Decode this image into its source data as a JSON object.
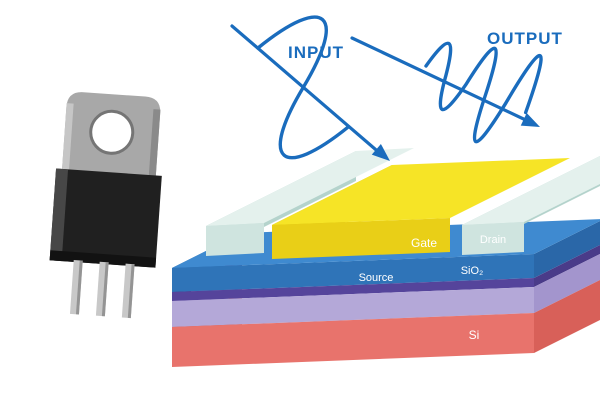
{
  "diagram": {
    "labels": {
      "input": "INPUT",
      "output": "OUTPUT",
      "source": "Source",
      "gate": "Gate",
      "oxide": "SiO₂",
      "substrate": "Si",
      "drain": "Drain"
    },
    "colors": {
      "signal_blue": "#1a6cbd",
      "gate_yellow_top": "#f6e426",
      "gate_yellow_front": "#e9cf17",
      "gate_yellow_side": "#cdb30d",
      "oxide_blue_top": "#3f8ad0",
      "oxide_blue_front": "#2f74b8",
      "boundary_purple": "#55449b",
      "inner_purple_front": "#b4a8d8",
      "substrate_red_front": "#e8736c",
      "electrode_mint_top": "#e4f1ed",
      "electrode_mint_front": "#cfe4df",
      "electrode_mint_side": "#b4d3cc",
      "package_body": "#202020",
      "package_metal": "#a8a8a8",
      "background": "#ffffff"
    }
  }
}
